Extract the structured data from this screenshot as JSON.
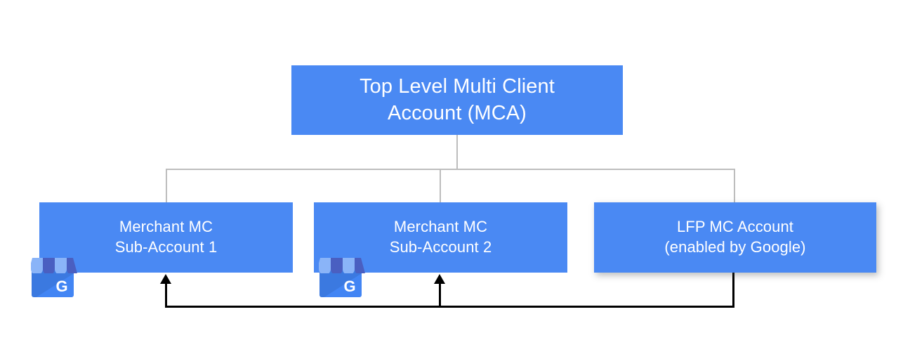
{
  "diagram": {
    "title_hidden": "Google Merchant Center account hierarchy",
    "colors": {
      "node_fill": "#4a89f3",
      "node_text": "#ffffff",
      "hierarchy_connector": "#bdbdbd",
      "feedback_connector": "#000000",
      "gmb_awning_light": "#8ab4f8",
      "gmb_awning_dark": "#4a5fc1",
      "gmb_body": "#4285f4",
      "gmb_letter": "#ffffff",
      "background": "#ffffff"
    },
    "nodes": [
      {
        "id": "top-level-mca",
        "line1": "Top Level Multi Client",
        "line2": "Account (MCA)"
      },
      {
        "id": "merchant-sub-account-1",
        "line1": "Merchant MC",
        "line2": "Sub-Account 1",
        "icon": "google-my-business-icon"
      },
      {
        "id": "merchant-sub-account-2",
        "line1": "Merchant MC",
        "line2": "Sub-Account 2",
        "icon": "google-my-business-icon"
      },
      {
        "id": "lfp-mc-account",
        "line1": "LFP MC Account",
        "line2": "(enabled by Google)"
      }
    ],
    "icons": {
      "gmb_letter": "G"
    }
  }
}
